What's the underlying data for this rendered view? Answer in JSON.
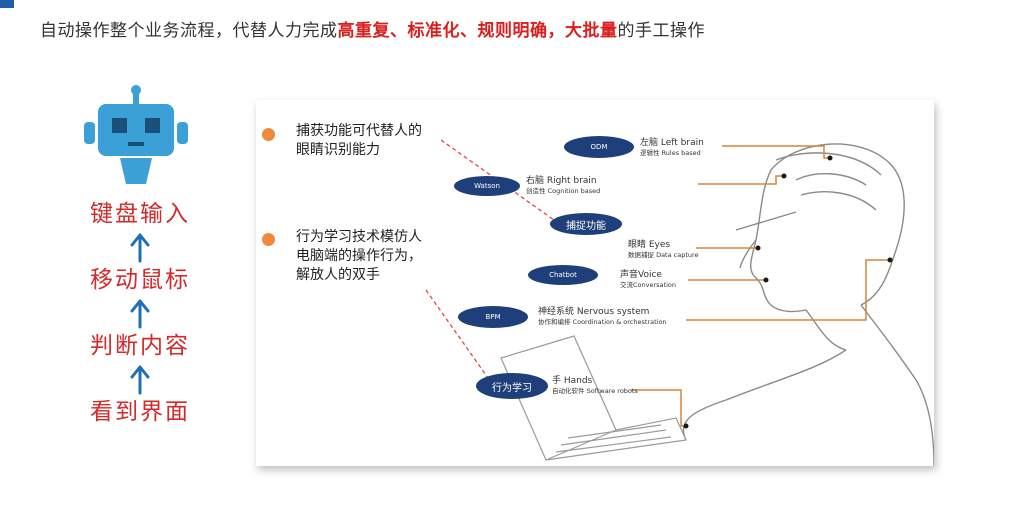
{
  "headline": {
    "prefix": "自动操作整个业务流程，代替人力完成",
    "hl1": "高重复",
    "sep1": "、",
    "hl2": "标准化",
    "sep2": "、",
    "hl3": "规则明确",
    "sep3": "，",
    "hl4": "大批量",
    "suffix": "的手工操作"
  },
  "steps": [
    "键盘输入",
    "移动鼠标",
    "判断内容",
    "看到界面"
  ],
  "bullets": [
    {
      "line1": "捕获功能可代替人的",
      "line2": "眼睛识别能力",
      "line3": ""
    },
    {
      "line1": "行为学习技术模仿人",
      "line2": "电脑端的操作行为，",
      "line3": "解放人的双手"
    }
  ],
  "ovals": {
    "odm": "ODM",
    "watson": "Watson",
    "capture": "捕捉功能",
    "chatbot": "Chatbot",
    "bpm": "BPM",
    "behavior": "行为学习"
  },
  "labels": [
    {
      "main": "左脑 Left brain",
      "sub": "逻辑性 Rules based"
    },
    {
      "main": "右脑 Right brain",
      "sub": "创造性 Cognition based"
    },
    {
      "main": "眼睛 Eyes",
      "sub": "数据捕捉 Data capture"
    },
    {
      "main": "声音Voice",
      "sub": "交流Conversation"
    },
    {
      "main": "神经系统 Nervous system",
      "sub": "协作和编排 Coordination & orchestration"
    },
    {
      "main": "手 Hands",
      "sub": "自动化软件 Software robots"
    }
  ],
  "colors": {
    "accent_red": "#d9201f",
    "step_red": "#d32a2a",
    "arrow_blue": "#1f6fb8",
    "oval_navy": "#1f3f7a",
    "bullet_orange": "#ef8a3a",
    "connector_orange": "#d9843a",
    "robot_blue": "#3aa0d6"
  },
  "icons": [
    "robot-icon",
    "arrow-up-icon"
  ]
}
